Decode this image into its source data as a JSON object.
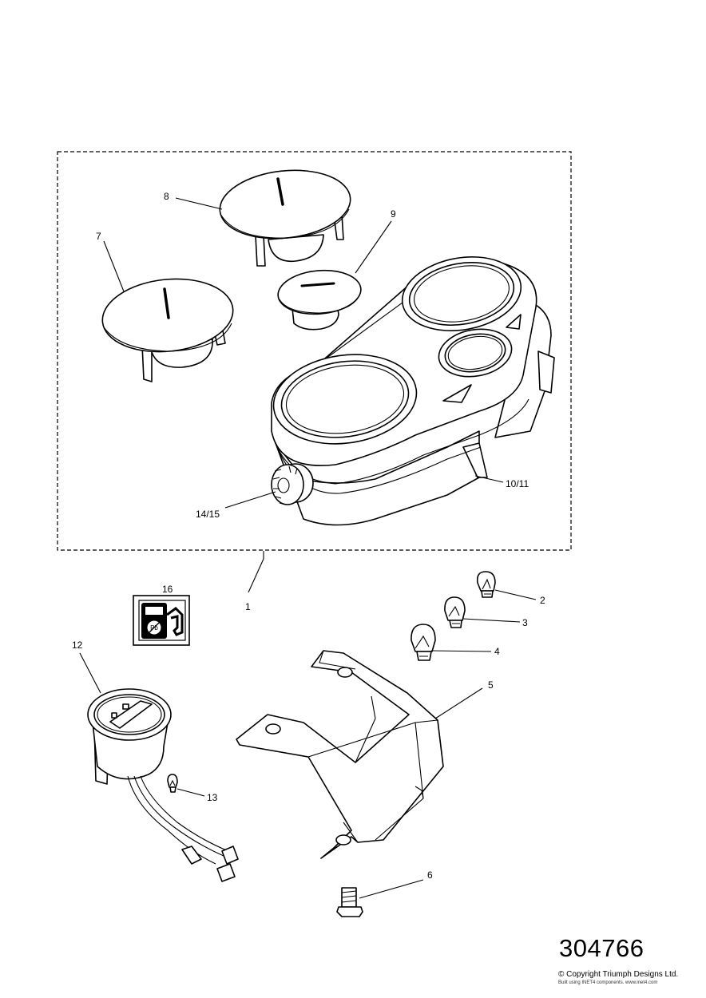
{
  "callouts": {
    "c1": "1",
    "c2": "2",
    "c3": "3",
    "c4": "4",
    "c5": "5",
    "c6": "6",
    "c7": "7",
    "c8": "8",
    "c9": "9",
    "c10_11": "10/11",
    "c12": "12",
    "c13": "13",
    "c14_15": "14/15",
    "c16": "16"
  },
  "footer": {
    "drawing_number": "304766",
    "copyright": "© Copyright Triumph Designs Ltd.",
    "built_with": "Built using INET4 components. www.inet4.com"
  },
  "icons": {
    "unleaded_fuel_label": "unleaded-fuel-pump-icon"
  }
}
